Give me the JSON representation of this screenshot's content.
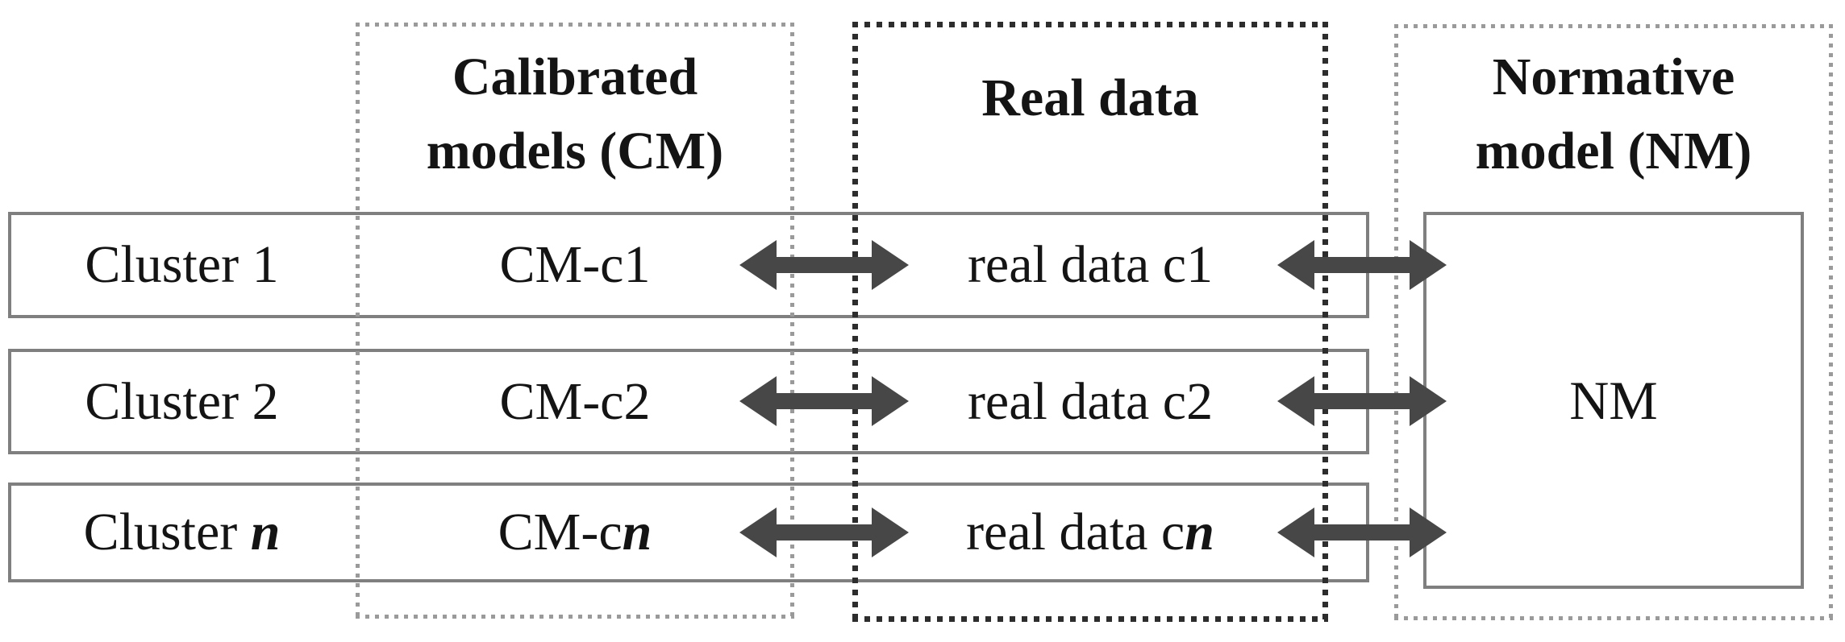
{
  "diagram": {
    "headers": {
      "calibrated_models": {
        "line1": "Calibrated",
        "line2": "models (CM)"
      },
      "real_data": {
        "line1": "Real data"
      },
      "normative_model": {
        "line1": "Normative",
        "line2": "model (NM)"
      }
    },
    "nm_label": "NM",
    "rows": [
      {
        "cluster_prefix": "Cluster ",
        "index": "1",
        "index_class": "idx",
        "cm_prefix": "CM-c",
        "realdata_prefix": "real data c"
      },
      {
        "cluster_prefix": "Cluster ",
        "index": "2",
        "index_class": "idx",
        "cm_prefix": "CM-c",
        "realdata_prefix": "real data c"
      },
      {
        "cluster_prefix": "Cluster ",
        "index": "n",
        "index_class": "idx var",
        "cm_prefix": "CM-c",
        "realdata_prefix": "real data c"
      }
    ],
    "colors": {
      "arrow": "#474747",
      "solid_border": "#7f7f7f",
      "dotted_light": "#9a9a9a",
      "dotted_dark": "#2d2d2d",
      "text": "#141414",
      "background": "#ffffff"
    }
  }
}
